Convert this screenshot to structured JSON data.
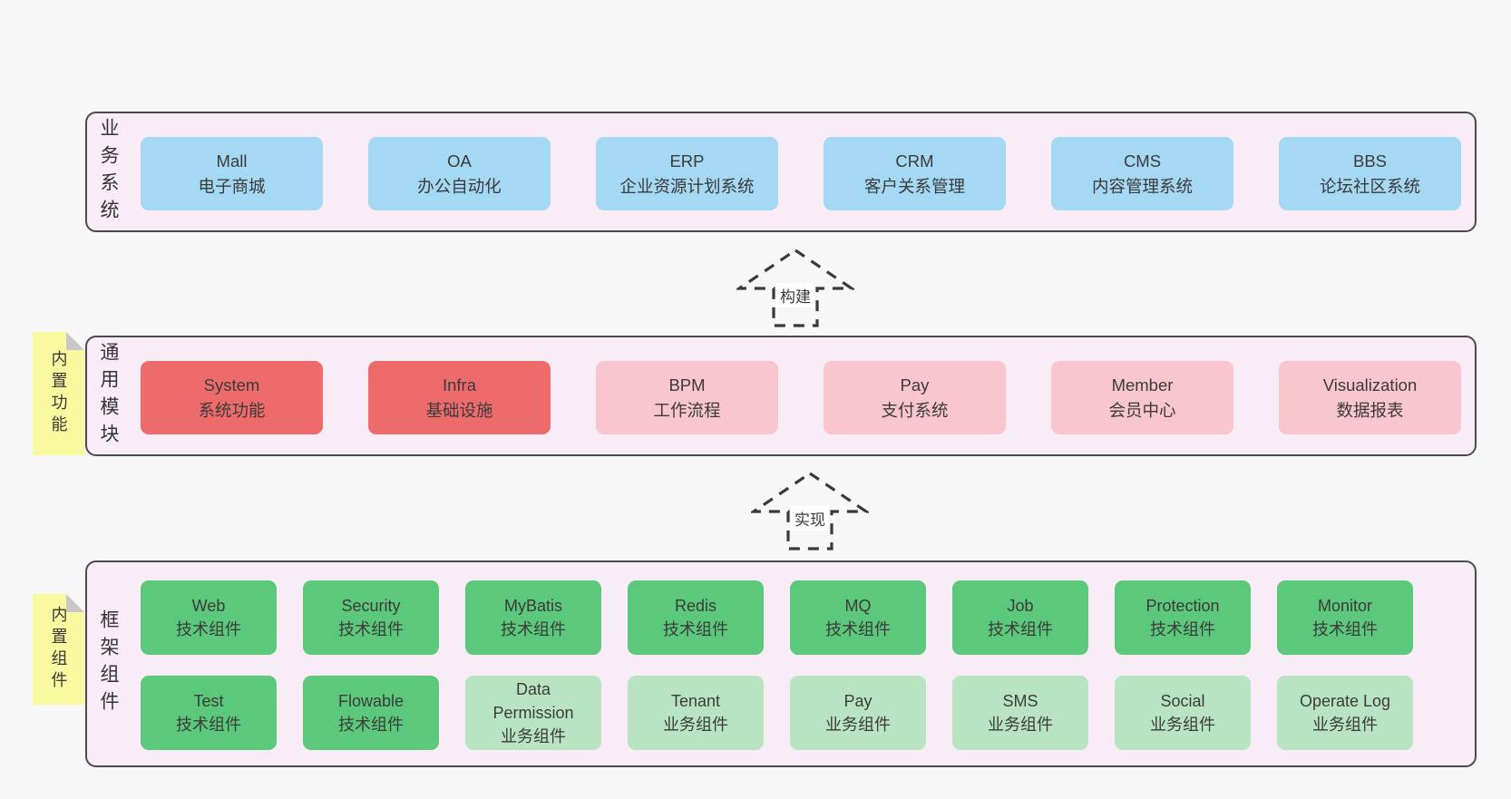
{
  "colors": {
    "page-bg": "#f7f7f7",
    "panel-bg": "#f8edf6",
    "panel-border": "#4a4a4a",
    "box-blue": "#a5d8f3",
    "box-red": "#ee6b6b",
    "box-pink": "#f9c5ce",
    "box-green": "#5cc87c",
    "box-light-green": "#b9e4c2",
    "note-yellow": "#f9f9a0",
    "note-fold": "#c8c8c8",
    "text-dark": "#3b3b3b",
    "arrow-stroke": "#3a3a3a"
  },
  "arrows": [
    {
      "label": "构建"
    },
    {
      "label": "实现"
    }
  ],
  "layers": [
    {
      "label": "业务系统",
      "boxes": [
        {
          "name": "Mall",
          "desc": "电子商城"
        },
        {
          "name": "OA",
          "desc": "办公自动化"
        },
        {
          "name": "ERP",
          "desc": "企业资源计划系统"
        },
        {
          "name": "CRM",
          "desc": "客户关系管理"
        },
        {
          "name": "CMS",
          "desc": "内容管理系统"
        },
        {
          "name": "BBS",
          "desc": "论坛社区系统"
        }
      ]
    },
    {
      "label": "通用模块",
      "note": "内置功能",
      "boxes": [
        {
          "name": "System",
          "desc": "系统功能"
        },
        {
          "name": "Infra",
          "desc": "基础设施"
        },
        {
          "name": "BPM",
          "desc": "工作流程"
        },
        {
          "name": "Pay",
          "desc": "支付系统"
        },
        {
          "name": "Member",
          "desc": "会员中心"
        },
        {
          "name": "Visualization",
          "desc": "数据报表"
        }
      ]
    },
    {
      "label": "框架组件",
      "note": "内置组件",
      "boxes": [
        {
          "name": "Web",
          "desc": "技术组件"
        },
        {
          "name": "Security",
          "desc": "技术组件"
        },
        {
          "name": "MyBatis",
          "desc": "技术组件"
        },
        {
          "name": "Redis",
          "desc": "技术组件"
        },
        {
          "name": "MQ",
          "desc": "技术组件"
        },
        {
          "name": "Job",
          "desc": "技术组件"
        },
        {
          "name": "Protection",
          "desc": "技术组件"
        },
        {
          "name": "Monitor",
          "desc": "技术组件"
        },
        {
          "name": "Test",
          "desc": "技术组件"
        },
        {
          "name": "Flowable",
          "desc": "技术组件"
        },
        {
          "name": "Data Permission",
          "desc": "业务组件"
        },
        {
          "name": "Tenant",
          "desc": "业务组件"
        },
        {
          "name": "Pay",
          "desc": "业务组件"
        },
        {
          "name": "SMS",
          "desc": "业务组件"
        },
        {
          "name": "Social",
          "desc": "业务组件"
        },
        {
          "name": "Operate Log",
          "desc": "业务组件"
        }
      ]
    }
  ]
}
